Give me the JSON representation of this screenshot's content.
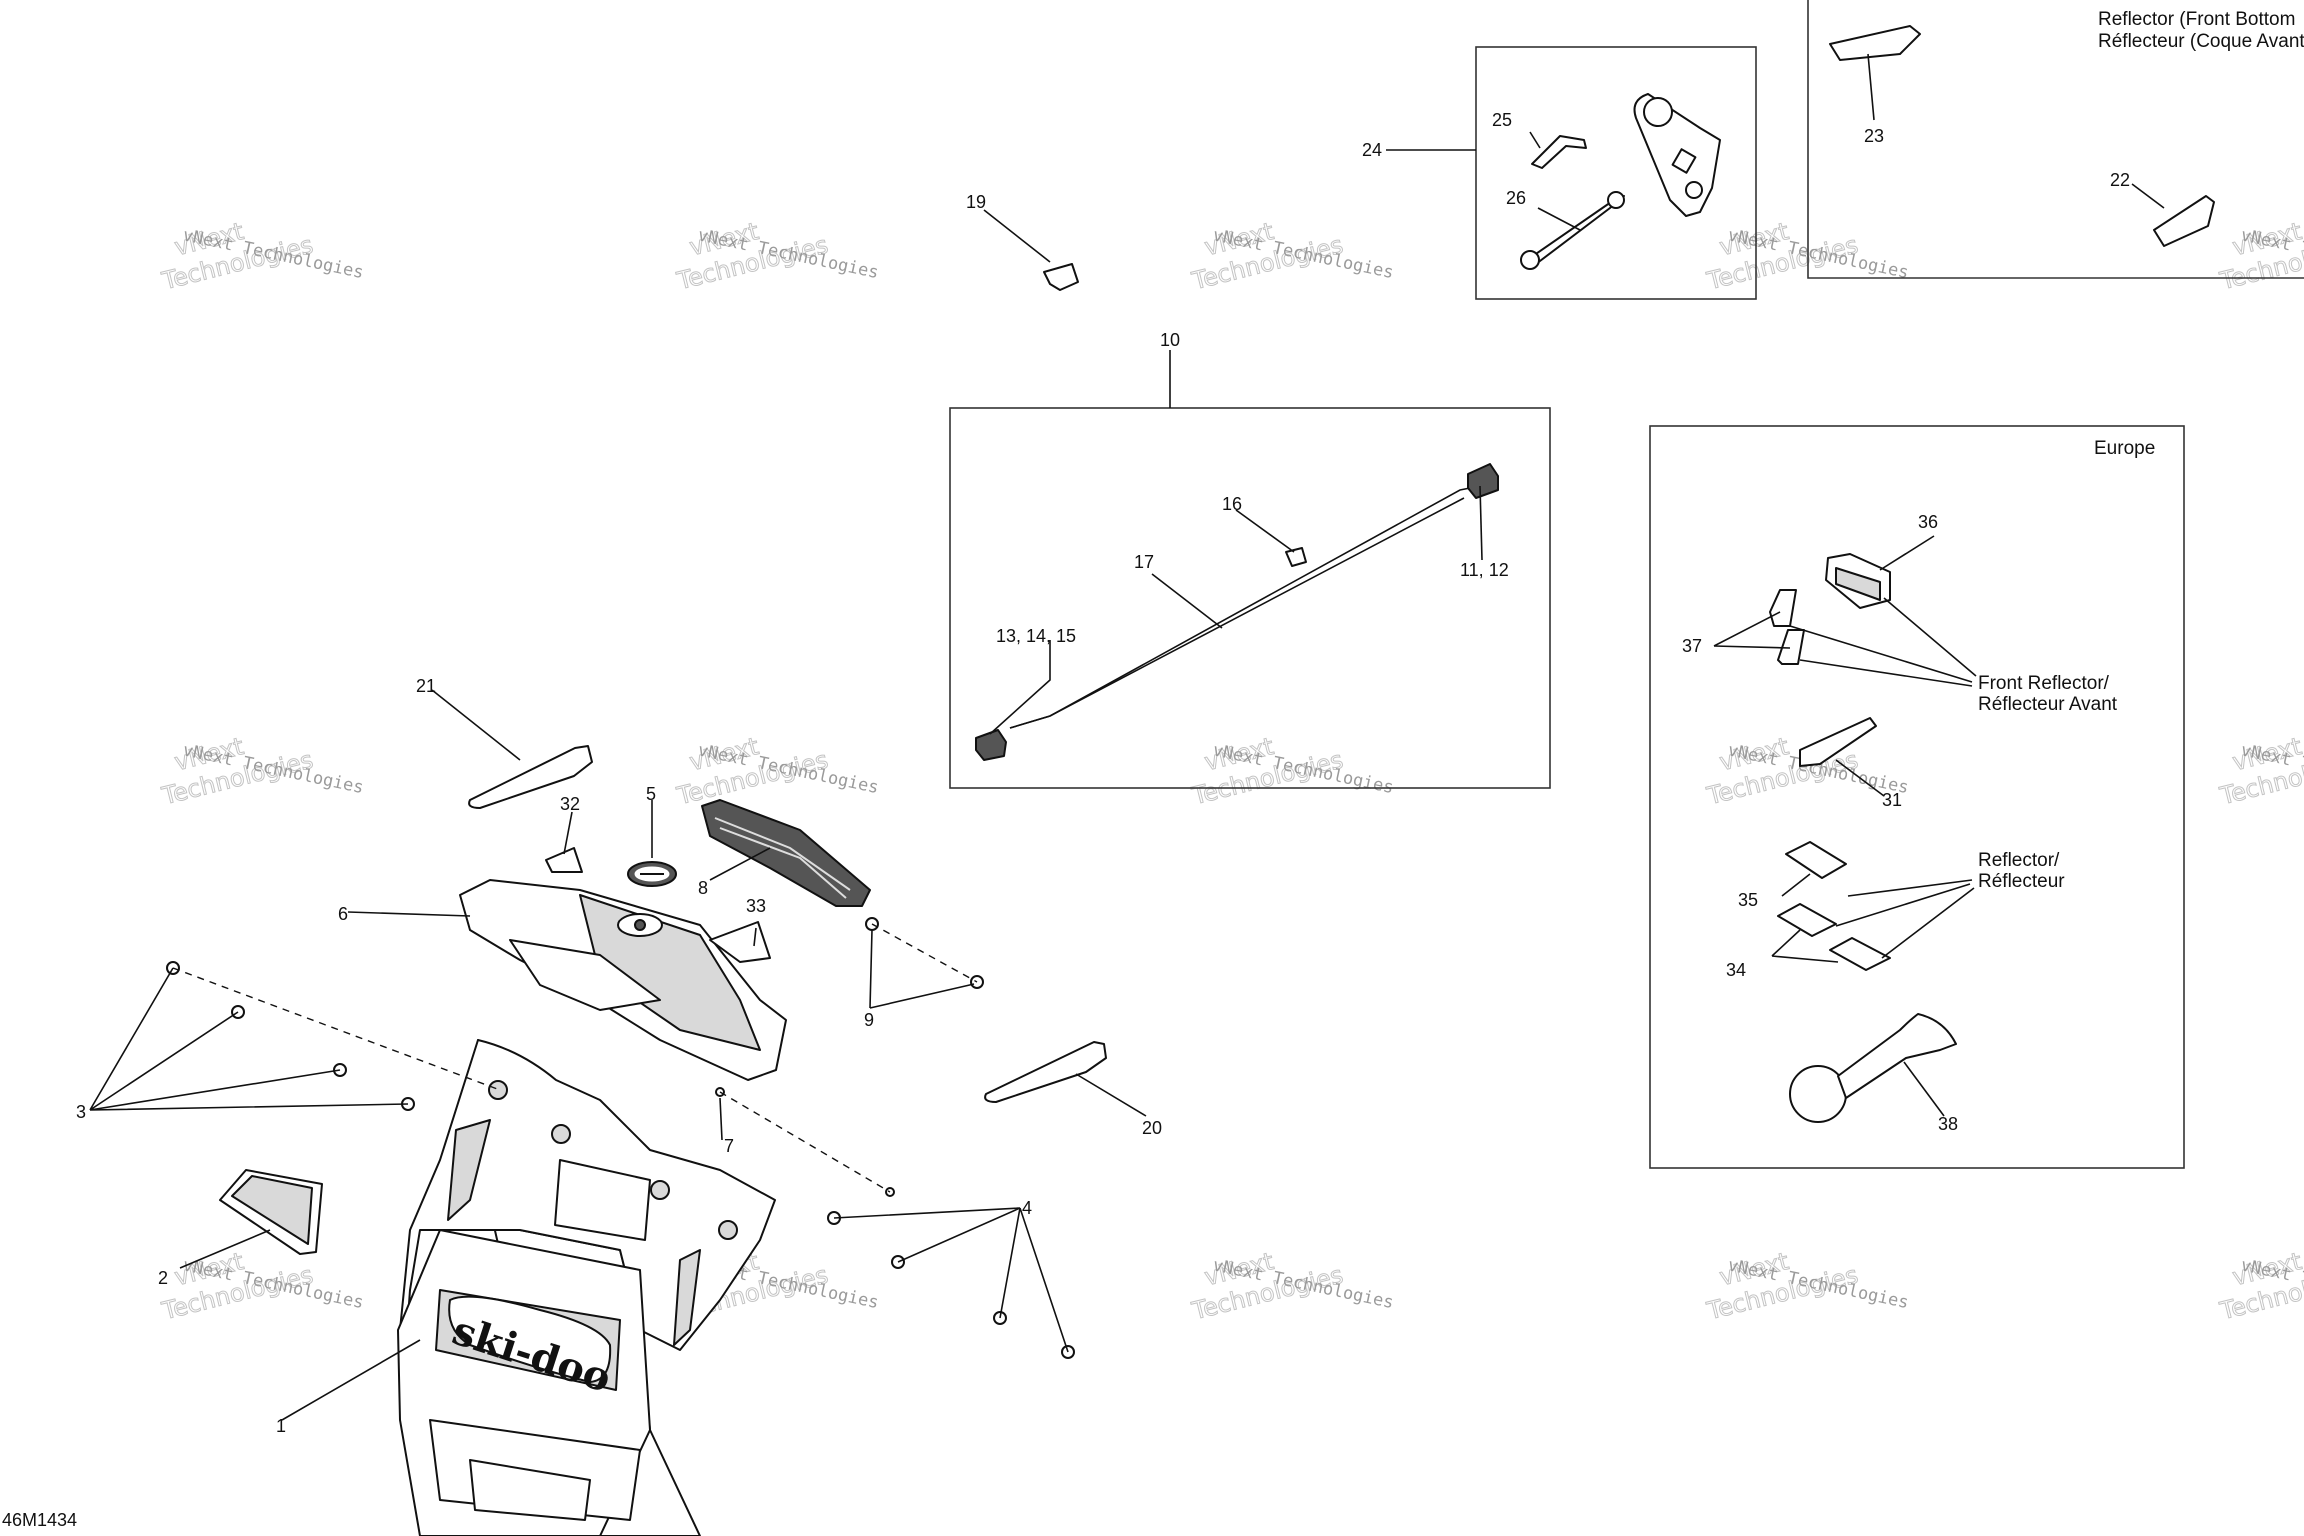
{
  "drawing_code": "46M1434",
  "watermark": {
    "line1": "vNext Technologies",
    "line2": "vNext\nTechnologies"
  },
  "notes": {
    "reflector_front_bottom_1": "Reflector (Front Bottom",
    "reflector_front_bottom_2": "Réflecteur (Coque Avant",
    "europe": "Europe",
    "front_reflector_1": "Front Reflector/",
    "front_reflector_2": "Réflecteur Avant",
    "reflector_1": "Reflector/",
    "reflector_2": "Réflecteur"
  },
  "callouts": {
    "c1": "1",
    "c2": "2",
    "c3": "3",
    "c4": "4",
    "c5": "5",
    "c6": "6",
    "c7": "7",
    "c8": "8",
    "c9": "9",
    "c10": "10",
    "c11_12": "11, 12",
    "c13_15": "13, 14, 15",
    "c16": "16",
    "c17": "17",
    "c19": "19",
    "c20": "20",
    "c21": "21",
    "c22": "22",
    "c23": "23",
    "c24": "24",
    "c25": "25",
    "c26": "26",
    "c31": "31",
    "c32": "32",
    "c33": "33",
    "c34": "34",
    "c35": "35",
    "c36": "36",
    "c37": "37",
    "c38": "38"
  },
  "brand_logo": "ski-doo",
  "colors": {
    "line": "#111111",
    "watermark": "#9a9a9a"
  }
}
